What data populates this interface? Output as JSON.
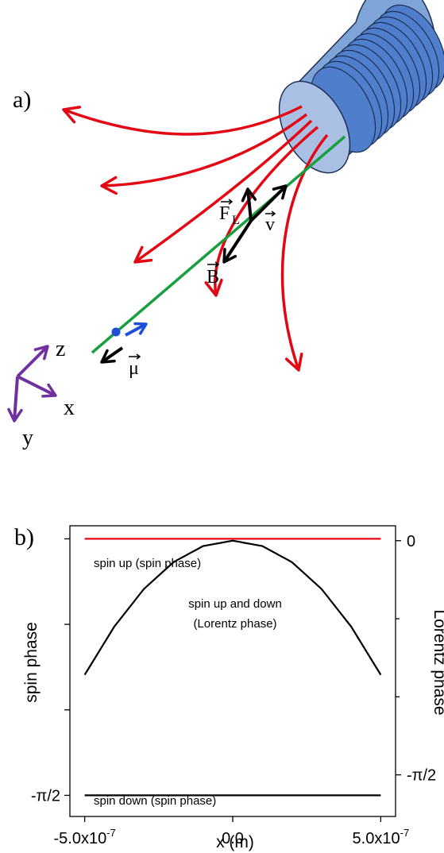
{
  "panel_a": {
    "label": "a)",
    "vectors": {
      "force": "F",
      "force_sub": "L",
      "velocity": "v",
      "field": "B",
      "moment": "μ"
    },
    "axes": {
      "z": "z",
      "x": "x",
      "y": "y"
    },
    "colors": {
      "trajectories": "#e30613",
      "beam": "#1a9e3f",
      "moment": "#1f4fd8",
      "axes": "#7030a0",
      "magnet_body": "#8fb0dc",
      "magnet_rings": "#3a6fc4"
    }
  },
  "panel_b": {
    "label": "b)",
    "left_axis_title": "spin phase",
    "right_axis_title": "Lorentz phase",
    "xlabel": "x (m)",
    "annotations": {
      "spin_up": "spin up (spin phase)",
      "lorentz_line1": "spin up and down",
      "lorentz_line2": "(Lorentz phase)",
      "spin_down": "spin down (spin phase)"
    }
  },
  "chart_data": {
    "type": "line",
    "xlabel": "x (m)",
    "ylabel": "spin phase",
    "y2label": "Lorentz phase",
    "x_ticks": [
      "-5.0x10-7",
      "0.0",
      "5.0x10-7"
    ],
    "x_tick_values": [
      -5e-07,
      0,
      5e-07
    ],
    "xlim": [
      -5.5e-07,
      5.5e-07
    ],
    "y_left_ticks": [
      {
        "label": "-π/2",
        "value": -1.5708
      }
    ],
    "y_left_lim": [
      -1.7,
      0.08
    ],
    "y_right_ticks": [
      {
        "label": "0",
        "value": 0
      },
      {
        "label": "-π/2",
        "value": -1.5708
      }
    ],
    "y_right_lim": [
      -1.85,
      0.1
    ],
    "series": [
      {
        "name": "spin up (spin phase)",
        "axis": "left",
        "color": "#e30613",
        "x": [
          -5e-07,
          5e-07
        ],
        "y": [
          0,
          0
        ]
      },
      {
        "name": "spin down (spin phase)",
        "axis": "left",
        "color": "#000000",
        "x": [
          -5e-07,
          5e-07
        ],
        "y": [
          -1.5708,
          -1.5708
        ]
      },
      {
        "name": "spin up and down (Lorentz phase)",
        "axis": "right",
        "color": "#000000",
        "x": [
          -5e-07,
          -4e-07,
          -3e-07,
          -2e-07,
          -1e-07,
          0,
          1e-07,
          2e-07,
          3e-07,
          4e-07,
          5e-07
        ],
        "y": [
          -0.9,
          -0.576,
          -0.324,
          -0.144,
          -0.036,
          0,
          -0.036,
          -0.144,
          -0.324,
          -0.576,
          -0.9
        ]
      }
    ],
    "grid": false,
    "legend": "none"
  }
}
